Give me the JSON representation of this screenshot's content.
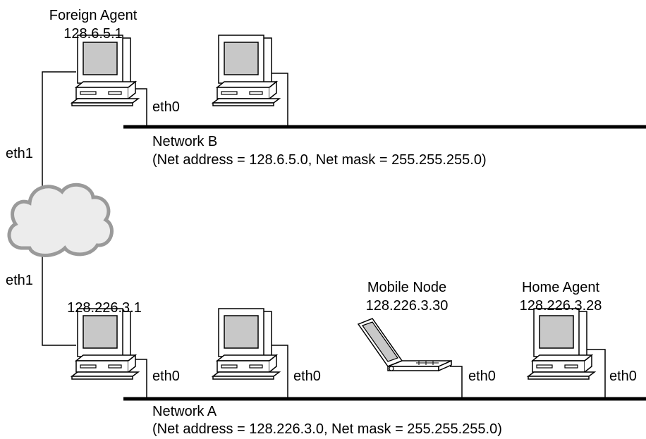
{
  "foreign_agent": {
    "title": "Foreign Agent",
    "address": "128.6.5.1"
  },
  "router_a": {
    "address": "128.226.3.1"
  },
  "mobile_node": {
    "title": "Mobile Node",
    "address": "128.226.3.30"
  },
  "home_agent": {
    "title": "Home Agent",
    "address": "128.226.3.28"
  },
  "network_b": {
    "name": "Network B",
    "details": "(Net address = 128.6.5.0, Net mask = 255.255.255.0)"
  },
  "network_a": {
    "name": "Network A",
    "details": "(Net address = 128.226.3.0, Net mask = 255.255.255.0)"
  },
  "interfaces": {
    "eth0": "eth0",
    "eth1": "eth1"
  },
  "colors": {
    "line": "#000000",
    "monitor_screen": "#c8c8c8",
    "cloud_fill": "#ececec",
    "cloud_stroke": "#9a9a9a"
  }
}
